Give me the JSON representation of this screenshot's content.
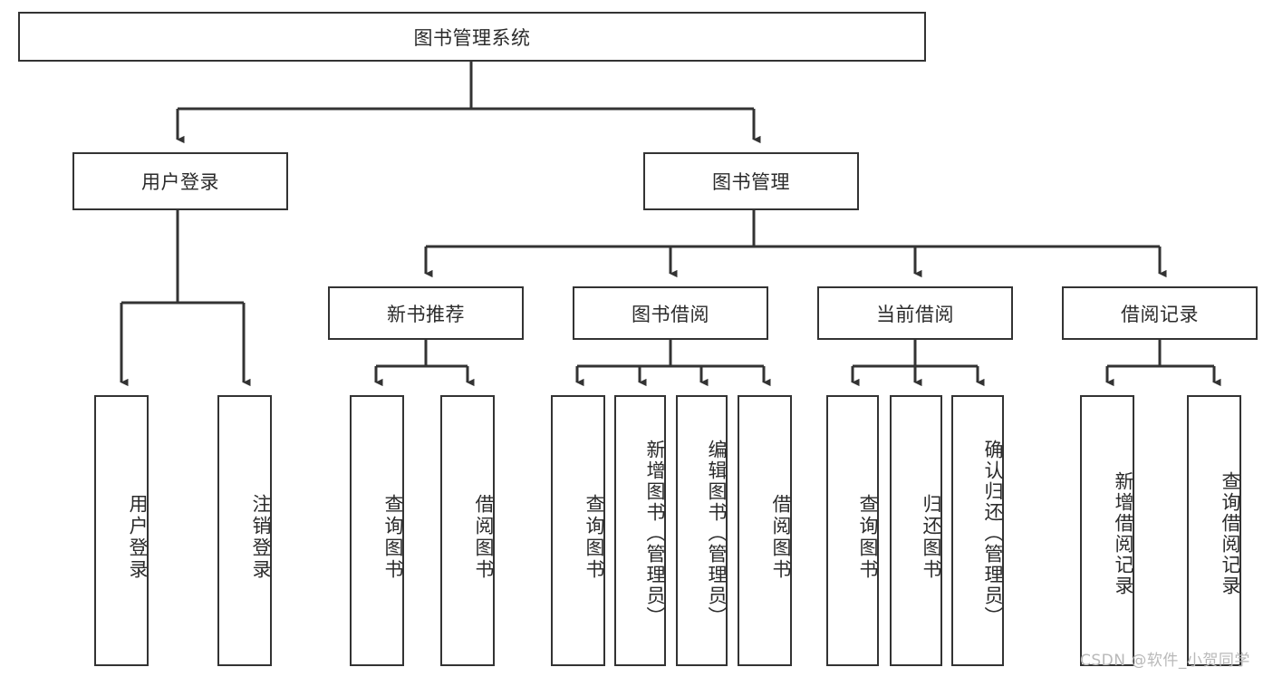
{
  "diagram": {
    "type": "tree-hierarchy-chart",
    "title": "图书管理系统",
    "stroke_color": "#333333",
    "fill_color": "#ffffff",
    "text_color": "#2b2b2b",
    "levels": [
      {
        "level": 1,
        "nodes": [
          {
            "id": "root",
            "label": "图书管理系统"
          }
        ]
      },
      {
        "level": 2,
        "nodes": [
          {
            "id": "login",
            "label": "用户登录",
            "parent": "root"
          },
          {
            "id": "bookmgmt",
            "label": "图书管理",
            "parent": "root"
          }
        ]
      },
      {
        "level": 3,
        "nodes": [
          {
            "id": "newbook",
            "label": "新书推荐",
            "parent": "bookmgmt"
          },
          {
            "id": "borrow",
            "label": "图书借阅",
            "parent": "bookmgmt"
          },
          {
            "id": "current",
            "label": "当前借阅",
            "parent": "bookmgmt"
          },
          {
            "id": "records",
            "label": "借阅记录",
            "parent": "bookmgmt"
          }
        ]
      },
      {
        "level": 4,
        "nodes": [
          {
            "id": "leaf1",
            "label": "用户登录",
            "parent": "login"
          },
          {
            "id": "leaf2",
            "label": "注销登录",
            "parent": "login"
          },
          {
            "id": "leaf3",
            "label": "查询图书",
            "parent": "newbook"
          },
          {
            "id": "leaf4",
            "label": "借阅图书",
            "parent": "newbook"
          },
          {
            "id": "leaf5",
            "label": "查询图书",
            "parent": "borrow"
          },
          {
            "id": "leaf6",
            "label": "新增图书（管理员）",
            "parent": "borrow"
          },
          {
            "id": "leaf7",
            "label": "编辑图书（管理员）",
            "parent": "borrow"
          },
          {
            "id": "leaf8",
            "label": "借阅图书",
            "parent": "borrow"
          },
          {
            "id": "leaf9",
            "label": "查询图书",
            "parent": "current"
          },
          {
            "id": "leaf10",
            "label": "归还图书",
            "parent": "current"
          },
          {
            "id": "leaf11",
            "label": "确认归还（管理员）",
            "parent": "current"
          },
          {
            "id": "leaf12",
            "label": "新增借阅记录",
            "parent": "records"
          },
          {
            "id": "leaf13",
            "label": "查询借阅记录",
            "parent": "records"
          }
        ]
      }
    ]
  },
  "watermark": {
    "text": "CSDN @软件_小贺同学"
  }
}
